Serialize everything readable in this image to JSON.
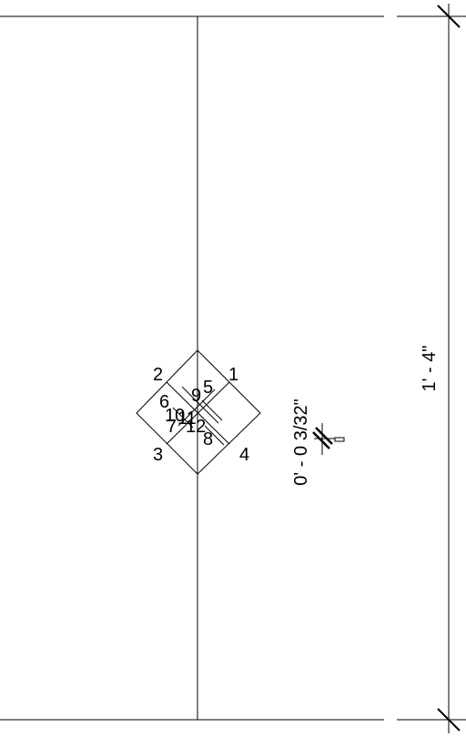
{
  "drawing": {
    "point_labels": [
      "1",
      "2",
      "3",
      "4",
      "5",
      "6",
      "7",
      "8",
      "9",
      "10",
      "11",
      "12"
    ],
    "dimensions": {
      "overall_height": "1' - 4\"",
      "small_offset": "0' - 0 3/32\""
    }
  }
}
